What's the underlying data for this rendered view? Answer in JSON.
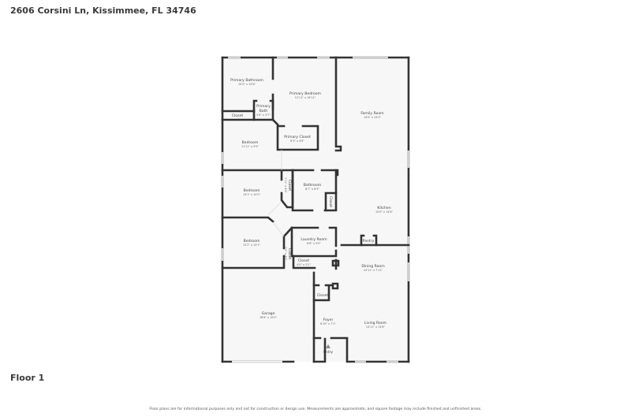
{
  "header": {
    "address": "2606 Corsini Ln, Kissimmee, FL 34746"
  },
  "floor": {
    "label": "Floor 1"
  },
  "footer": {
    "disclaimer": "Floor plans are for informational purposes only and not for construction or design use. Measurements are approximate, and square footage may include finished and unfinished areas."
  },
  "colors": {
    "wall": "#333333",
    "floor_fill": "#f7f7f7",
    "window": "#cfcfcf",
    "background": "#ffffff"
  },
  "rooms": {
    "primary_bathroom": {
      "name": "Primary Bathroom",
      "dims": "10'0\" x 10'6\""
    },
    "primary_bedroom": {
      "name": "Primary Bedroom",
      "dims": "12'11\" x 18'11\""
    },
    "primary_bath": {
      "name_line1": "Primary",
      "name_line2": "Bath",
      "dims": "5'4\" x 3'7\""
    },
    "closet_primary_bath": {
      "name": "Closet"
    },
    "primary_closet": {
      "name": "Primary Closet",
      "dims": "8'3\" x 4'6\""
    },
    "family_room": {
      "name": "Family Room",
      "dims": "14'9\" x 24'0\""
    },
    "bedroom_1": {
      "name": "Bedroom",
      "dims": "11'11\" x 9'9\""
    },
    "bedroom_2": {
      "name": "Bedroom",
      "dims": "13'1\" x 10'0\""
    },
    "closet_bedroom_2": {
      "name": "Closet",
      "dims": "1'11\" x 4'6\""
    },
    "bathroom": {
      "name": "Bathroom",
      "dims": "8'7\" x 8'3\""
    },
    "closet_bathroom": {
      "name": "Closet"
    },
    "kitchen": {
      "name": "Kitchen",
      "dims": "10'0\" x 14'8\""
    },
    "pantry": {
      "name": "Pantry"
    },
    "bedroom_3": {
      "name": "Bedroom",
      "dims": "13'2\" x 10'1\""
    },
    "closet_bedroom_3": {
      "name": "Closet",
      "dims": "2'0\" x 4'0\""
    },
    "laundry_room": {
      "name": "Laundry Room",
      "dims": "8'6\" x 5'9\""
    },
    "closet_laundry": {
      "name": "Closet",
      "dims": "4'0\" x 2'2\""
    },
    "dining_room": {
      "name": "Dining Room",
      "dims": "14'11\" x 7'11\""
    },
    "garage": {
      "name": "Garage",
      "dims": "18'8\" x 19'0\""
    },
    "closet_foyer": {
      "name": "Closet"
    },
    "foyer": {
      "name": "Foyer",
      "dims": "6'10\" x 7'1\""
    },
    "living_room": {
      "name": "Living Room",
      "dims": "14'11\" x 14'8\""
    },
    "entry": {
      "name": "Entry"
    }
  }
}
